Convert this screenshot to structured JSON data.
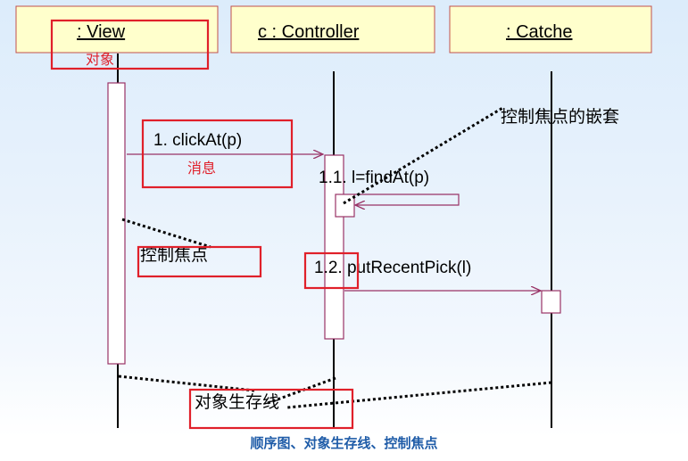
{
  "objects": {
    "view": ": View",
    "controller": "c : Controller",
    "catche": ": Catche"
  },
  "messages": {
    "m1": "1. clickAt(p)",
    "m1_1": "1.1. l=findAt(p)",
    "m1_2": "1.2. putRecentPick(l)"
  },
  "annotations": {
    "object": "对象",
    "message": "消息",
    "nested_focus": "控制焦点的嵌套",
    "focus_of_control": "控制焦点",
    "lifeline": "对象生存线"
  },
  "caption": "顺序图、对象生存线、控制焦点",
  "colors": {
    "callout": "#e0202a",
    "object_fill": "#ffffcc",
    "message_line": "#993366",
    "caption": "#1f5ca8"
  }
}
